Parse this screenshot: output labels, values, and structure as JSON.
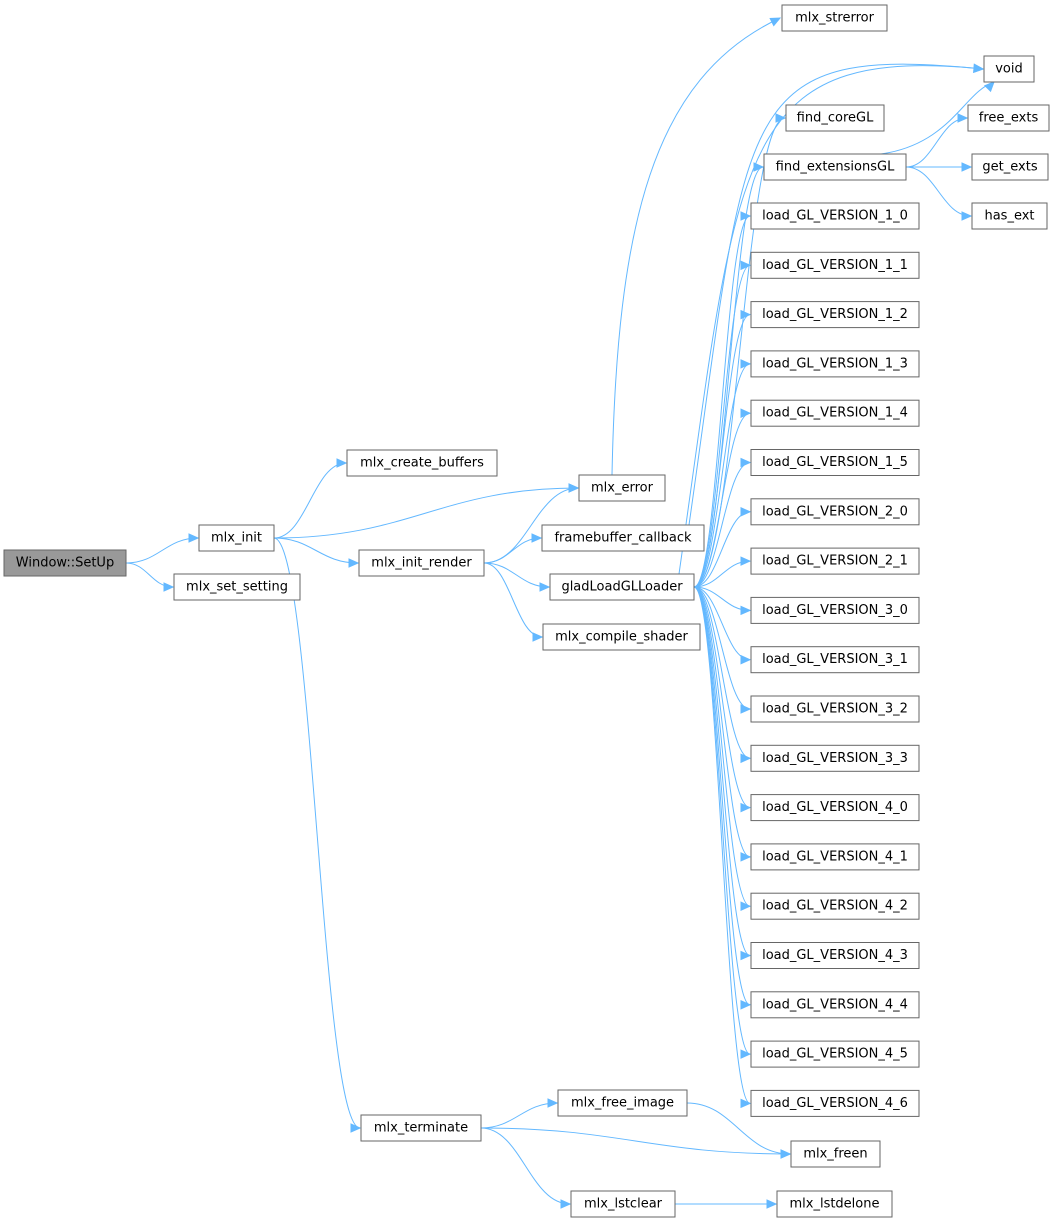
{
  "graph": {
    "nodes": [
      {
        "id": "setup",
        "label": "Window::SetUp",
        "root": true
      },
      {
        "id": "mlx_init",
        "label": "mlx_init"
      },
      {
        "id": "mlx_set_setting",
        "label": "mlx_set_setting"
      },
      {
        "id": "mlx_create_buffers",
        "label": "mlx_create_buffers"
      },
      {
        "id": "mlx_error",
        "label": "mlx_error"
      },
      {
        "id": "mlx_init_render",
        "label": "mlx_init_render"
      },
      {
        "id": "mlx_terminate",
        "label": "mlx_terminate"
      },
      {
        "id": "mlx_strerror",
        "label": "mlx_strerror"
      },
      {
        "id": "framebuffer_callback",
        "label": "framebuffer_callback"
      },
      {
        "id": "gladLoadGLLoader",
        "label": "gladLoadGLLoader"
      },
      {
        "id": "mlx_compile_shader",
        "label": "mlx_compile_shader"
      },
      {
        "id": "void",
        "label": "void"
      },
      {
        "id": "find_coreGL",
        "label": "find_coreGL"
      },
      {
        "id": "find_extensionsGL",
        "label": "find_extensionsGL"
      },
      {
        "id": "free_exts",
        "label": "free_exts"
      },
      {
        "id": "get_exts",
        "label": "get_exts"
      },
      {
        "id": "has_ext",
        "label": "has_ext"
      },
      {
        "id": "v1_0",
        "label": "load_GL_VERSION_1_0"
      },
      {
        "id": "v1_1",
        "label": "load_GL_VERSION_1_1"
      },
      {
        "id": "v1_2",
        "label": "load_GL_VERSION_1_2"
      },
      {
        "id": "v1_3",
        "label": "load_GL_VERSION_1_3"
      },
      {
        "id": "v1_4",
        "label": "load_GL_VERSION_1_4"
      },
      {
        "id": "v1_5",
        "label": "load_GL_VERSION_1_5"
      },
      {
        "id": "v2_0",
        "label": "load_GL_VERSION_2_0"
      },
      {
        "id": "v2_1",
        "label": "load_GL_VERSION_2_1"
      },
      {
        "id": "v3_0",
        "label": "load_GL_VERSION_3_0"
      },
      {
        "id": "v3_1",
        "label": "load_GL_VERSION_3_1"
      },
      {
        "id": "v3_2",
        "label": "load_GL_VERSION_3_2"
      },
      {
        "id": "v3_3",
        "label": "load_GL_VERSION_3_3"
      },
      {
        "id": "v4_0",
        "label": "load_GL_VERSION_4_0"
      },
      {
        "id": "v4_1",
        "label": "load_GL_VERSION_4_1"
      },
      {
        "id": "v4_2",
        "label": "load_GL_VERSION_4_2"
      },
      {
        "id": "v4_3",
        "label": "load_GL_VERSION_4_3"
      },
      {
        "id": "v4_4",
        "label": "load_GL_VERSION_4_4"
      },
      {
        "id": "v4_5",
        "label": "load_GL_VERSION_4_5"
      },
      {
        "id": "v4_6",
        "label": "load_GL_VERSION_4_6"
      },
      {
        "id": "mlx_free_image",
        "label": "mlx_free_image"
      },
      {
        "id": "mlx_freen",
        "label": "mlx_freen"
      },
      {
        "id": "mlx_lstclear",
        "label": "mlx_lstclear"
      },
      {
        "id": "mlx_lstdelone",
        "label": "mlx_lstdelone"
      }
    ],
    "edges": [
      [
        "setup",
        "mlx_init"
      ],
      [
        "setup",
        "mlx_set_setting"
      ],
      [
        "mlx_init",
        "mlx_create_buffers"
      ],
      [
        "mlx_init",
        "mlx_error"
      ],
      [
        "mlx_init",
        "mlx_init_render"
      ],
      [
        "mlx_init",
        "mlx_terminate"
      ],
      [
        "mlx_init_render",
        "mlx_error"
      ],
      [
        "mlx_init_render",
        "framebuffer_callback"
      ],
      [
        "mlx_init_render",
        "gladLoadGLLoader"
      ],
      [
        "mlx_init_render",
        "mlx_compile_shader"
      ],
      [
        "mlx_error",
        "mlx_strerror"
      ],
      [
        "framebuffer_callback",
        "void"
      ],
      [
        "gladLoadGLLoader",
        "void"
      ],
      [
        "gladLoadGLLoader",
        "find_coreGL"
      ],
      [
        "gladLoadGLLoader",
        "find_extensionsGL"
      ],
      [
        "find_extensionsGL",
        "void"
      ],
      [
        "find_extensionsGL",
        "free_exts"
      ],
      [
        "find_extensionsGL",
        "get_exts"
      ],
      [
        "find_extensionsGL",
        "has_ext"
      ],
      [
        "gladLoadGLLoader",
        "v1_0"
      ],
      [
        "gladLoadGLLoader",
        "v1_1"
      ],
      [
        "gladLoadGLLoader",
        "v1_2"
      ],
      [
        "gladLoadGLLoader",
        "v1_3"
      ],
      [
        "gladLoadGLLoader",
        "v1_4"
      ],
      [
        "gladLoadGLLoader",
        "v1_5"
      ],
      [
        "gladLoadGLLoader",
        "v2_0"
      ],
      [
        "gladLoadGLLoader",
        "v2_1"
      ],
      [
        "gladLoadGLLoader",
        "v3_0"
      ],
      [
        "gladLoadGLLoader",
        "v3_1"
      ],
      [
        "gladLoadGLLoader",
        "v3_2"
      ],
      [
        "gladLoadGLLoader",
        "v3_3"
      ],
      [
        "gladLoadGLLoader",
        "v4_0"
      ],
      [
        "gladLoadGLLoader",
        "v4_1"
      ],
      [
        "gladLoadGLLoader",
        "v4_2"
      ],
      [
        "gladLoadGLLoader",
        "v4_3"
      ],
      [
        "gladLoadGLLoader",
        "v4_4"
      ],
      [
        "gladLoadGLLoader",
        "v4_5"
      ],
      [
        "gladLoadGLLoader",
        "v4_6"
      ],
      [
        "mlx_terminate",
        "mlx_free_image"
      ],
      [
        "mlx_terminate",
        "mlx_freen"
      ],
      [
        "mlx_terminate",
        "mlx_lstclear"
      ],
      [
        "mlx_free_image",
        "mlx_freen"
      ],
      [
        "mlx_lstclear",
        "mlx_lstdelone"
      ]
    ]
  },
  "colors": {
    "edge": "#63b8ff",
    "node_border": "#666666",
    "node_fill": "#ffffff",
    "root_fill": "#999999"
  }
}
